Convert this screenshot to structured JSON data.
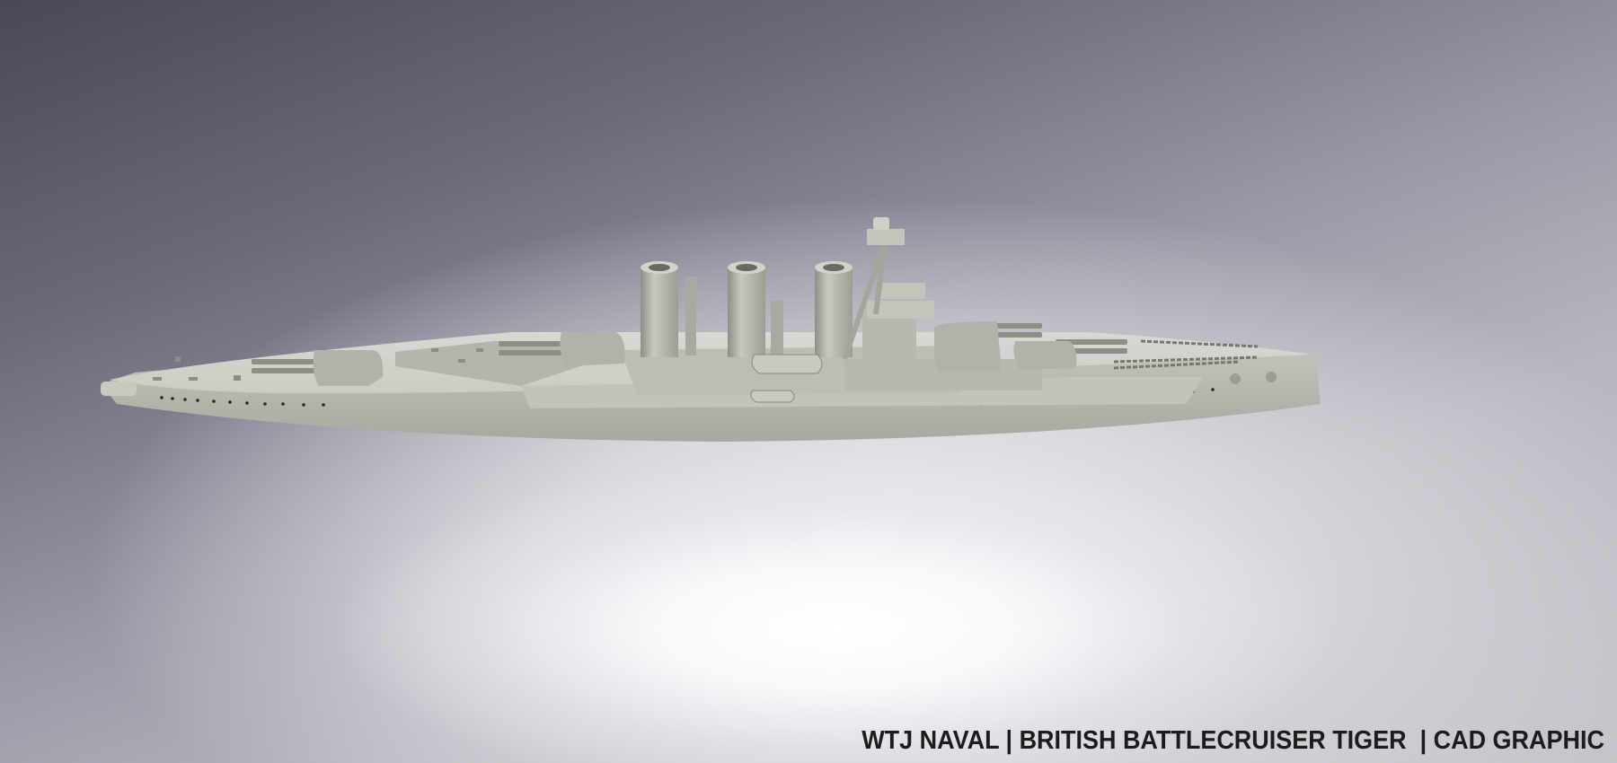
{
  "image": {
    "subject": "British battlecruiser Tiger CAD model, side-three-quarter view",
    "background_colors": {
      "top_left": "#4a4858",
      "mid": "#9a99a6",
      "spotlight": "#ffffff"
    },
    "hull_color": "#b9b8b0"
  },
  "caption": {
    "text": "WTJ NAVAL | BRITISH BATTLECRUISER TIGER  | CAD GRAPHIC",
    "parts": [
      "WTJ NAVAL",
      "BRITISH BATTLECRUISER TIGER",
      "CAD GRAPHIC"
    ]
  }
}
